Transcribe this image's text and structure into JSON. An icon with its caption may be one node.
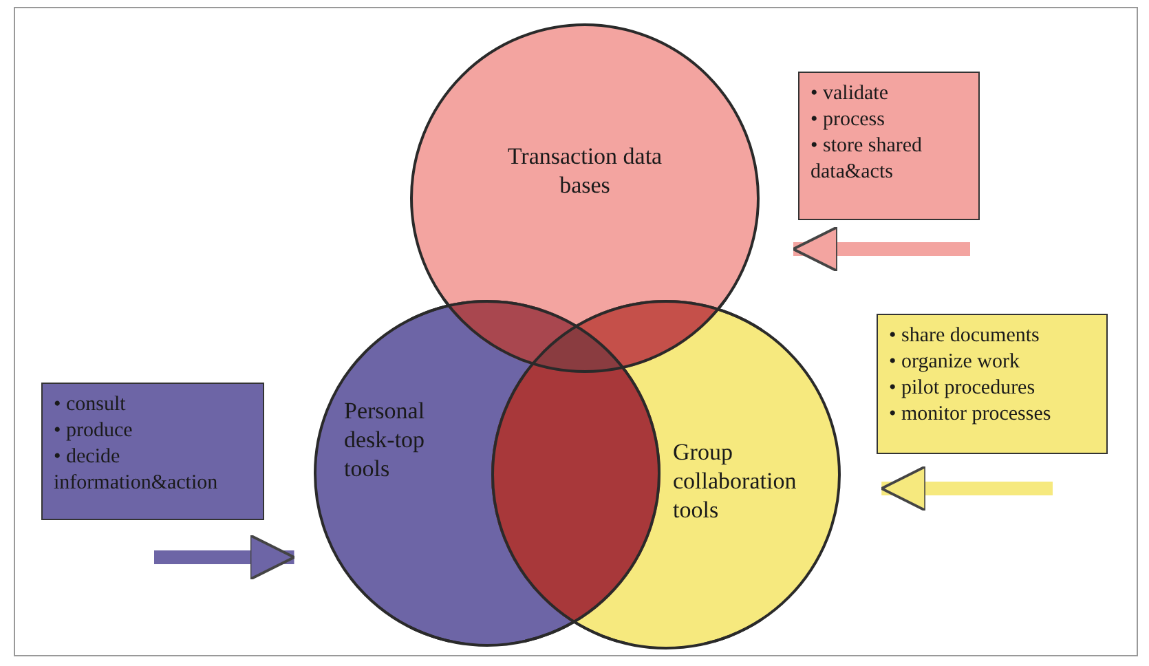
{
  "diagram": {
    "nodes": [
      {
        "text": [
          "Transaction data bases"
        ]
      },
      {
        "text": [
          "Personal desk-top tools"
        ]
      },
      {
        "text": [
          "Group collaboration tools"
        ]
      },
      {
        "text": [
          "• validate",
          "• process",
          "• store shared data&acts"
        ]
      },
      {
        "text": [
          "• share documents",
          "• organize work",
          "• pilot procedures",
          "• monitor processes"
        ]
      },
      {
        "text": [
          "• consult",
          "• produce",
          "• decide information&action"
        ]
      }
    ],
    "edges": [
      {
        "from": null,
        "to": 0,
        "arrow": "to",
        "color": "#f3a4a0"
      },
      {
        "from": null,
        "to": 2,
        "arrow": "to",
        "color": "#f6e97e"
      },
      {
        "from": null,
        "to": 1,
        "arrow": "to",
        "color": "#6d65a6"
      }
    ]
  }
}
